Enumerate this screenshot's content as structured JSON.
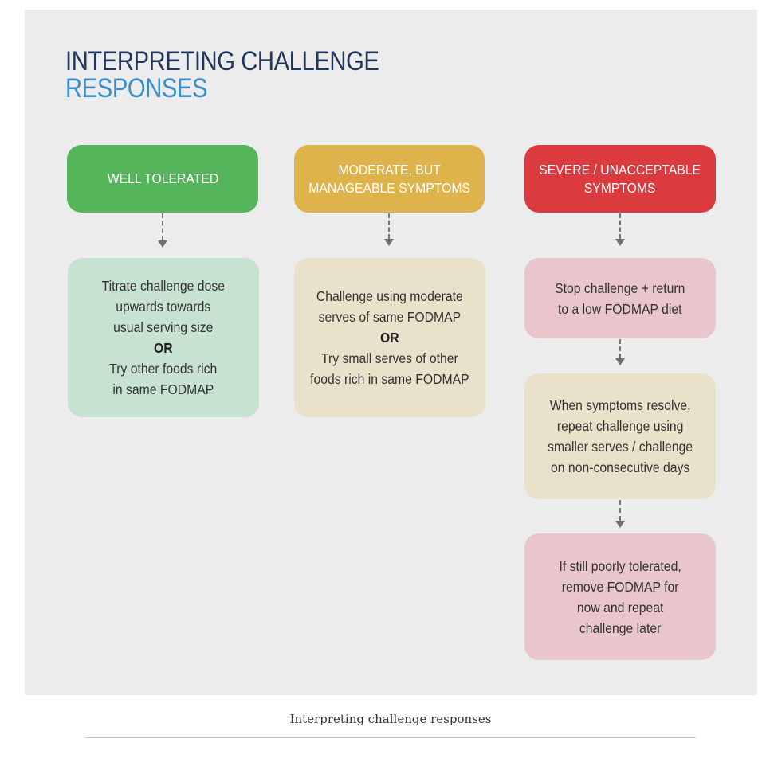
{
  "title": {
    "line1": "INTERPRETING CHALLENGE",
    "line2": "RESPONSES"
  },
  "columns": [
    {
      "header": [
        "WELL TOLERATED"
      ],
      "boxes": [
        {
          "lines": [
            "Titrate challenge dose",
            "upwards towards",
            "usual serving size",
            "OR",
            "Try other foods rich",
            "in same FODMAP"
          ]
        }
      ]
    },
    {
      "header": [
        "MODERATE, BUT",
        "MANAGEABLE SYMPTOMS"
      ],
      "boxes": [
        {
          "lines": [
            "Challenge using moderate",
            "serves of same FODMAP",
            "OR",
            "Try small serves of other",
            "foods rich in same FODMAP"
          ]
        }
      ]
    },
    {
      "header": [
        "SEVERE / UNACCEPTABLE",
        "SYMPTOMS"
      ],
      "boxes": [
        {
          "lines": [
            "Stop challenge + return",
            "to a low FODMAP diet"
          ]
        },
        {
          "lines": [
            "When symptoms resolve,",
            "repeat challenge using",
            "smaller serves / challenge",
            "on non-consecutive days"
          ]
        },
        {
          "lines": [
            "If still poorly tolerated,",
            "remove FODMAP for",
            "now and repeat",
            "challenge later"
          ]
        }
      ]
    }
  ],
  "caption": "Interpreting challenge responses",
  "colors": {
    "title_dark": "#213659",
    "title_blue": "#3b8fcb",
    "green_header": "#55b55a",
    "yellow_header": "#dfb34c",
    "red_header": "#db3a3f",
    "green_box": "#c8e2d1",
    "beige_box": "#e9e1ca",
    "pink_box": "#e8c6cb"
  }
}
